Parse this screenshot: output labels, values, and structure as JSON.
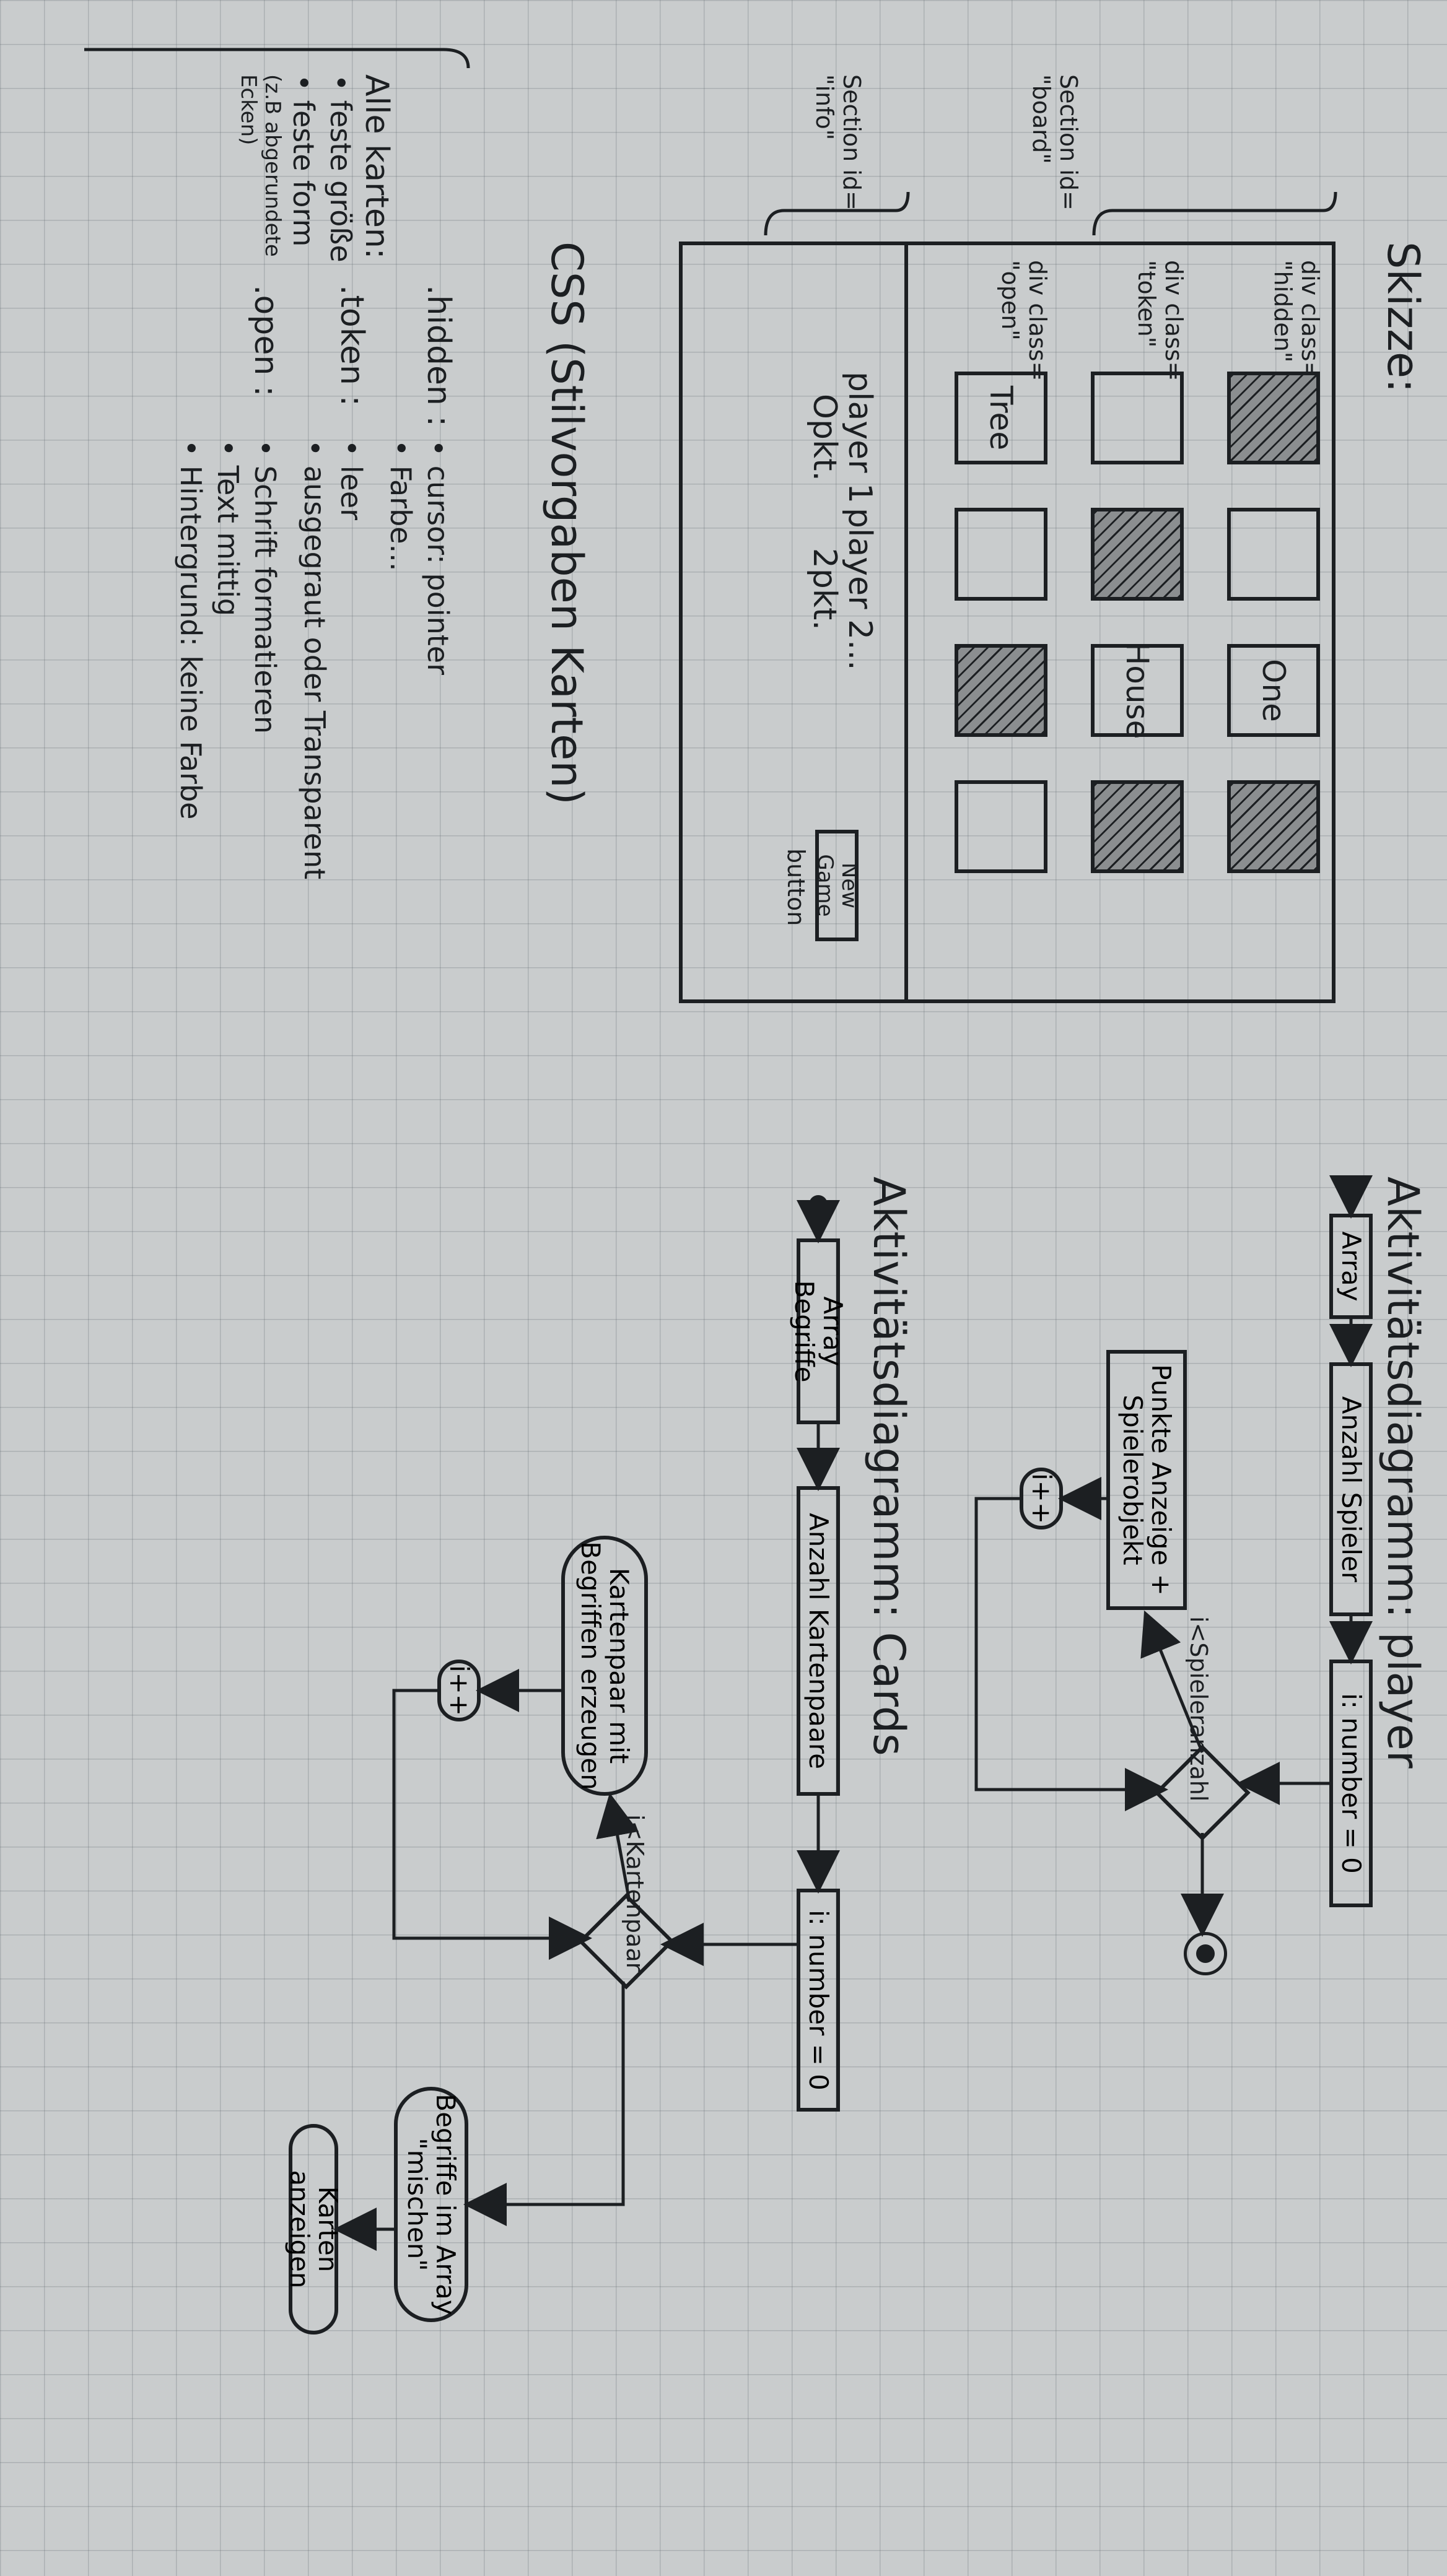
{
  "sketch": {
    "title": "Skizze:",
    "labels": {
      "div_hidden": "div class=\n\"hidden\"",
      "div_token": "div class=\n\"token\"",
      "div_open": "div class=\n\"open\"",
      "section_board": "Section id=\n\"board\"",
      "section_info": "Section id=\n\"info\""
    },
    "cards": {
      "one": "One",
      "house": "House",
      "tree": "Tree"
    },
    "info": {
      "player1": "player 1\nOpkt.",
      "player2": "player 2...\n2pkt.",
      "new_game": "New Game",
      "button": "button"
    }
  },
  "css": {
    "title": "CSS (Stilvorgaben Karten)",
    "all_cards": {
      "heading": "Alle karten:",
      "items": [
        "feste größe",
        "feste form"
      ],
      "note": "(z.B abgerundete\nEcken)"
    },
    "rules": [
      {
        "selector": ".hidden :",
        "items": [
          "cursor: pointer",
          "Farbe..."
        ]
      },
      {
        "selector": ".token :",
        "items": [
          "leer",
          "ausgegraut oder Transparent"
        ]
      },
      {
        "selector": ".open :",
        "items": [
          "Schrift formatieren",
          "Text mittig",
          "Hintergrund: keine Farbe"
        ]
      }
    ]
  },
  "player_diagram": {
    "title": "Aktivitätsdiagramm: player",
    "array": "Array",
    "count": "Anzahl Spieler",
    "init": "i: number = 0",
    "guard": "i<Spieleranzahl",
    "action": "Punkte Anzeige +\nSpielerobjekt",
    "increment": "i++"
  },
  "cards_diagram": {
    "title": "Aktivitätsdiagramm: Cards",
    "array": "Array Begriffe",
    "count": "Anzahl Kartenpaare",
    "init": "i: number = 0",
    "guard": "i<Kartenpaar",
    "action": "Kartenpaar mit\nBegriffen erzeugen",
    "increment": "i++",
    "shuffle": "Begriffe im Array\n\"mischen\"",
    "show": "Karten anzeigen"
  }
}
